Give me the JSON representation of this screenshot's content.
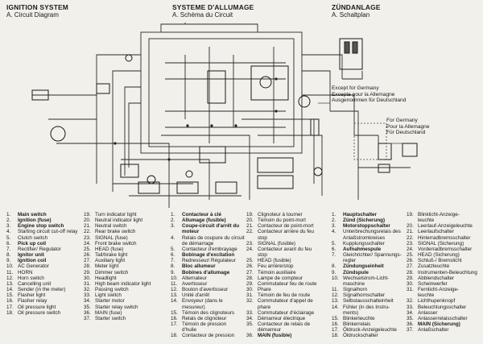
{
  "header": {
    "en": {
      "title": "IGNITION SYSTEM",
      "subtitle": "A. Circuit Diagram"
    },
    "fr": {
      "title": "SYSTEME D'ALLUMAGE",
      "subtitle": "A. Schèma du Circuit"
    },
    "de": {
      "title": "ZÜNDANLAGE",
      "subtitle": "A. Schaltplan"
    }
  },
  "notes": {
    "except_germany": [
      "Except for Germany",
      "Excepte pour la Allemagne",
      "Ausgenommen für Deutschland"
    ],
    "for_germany": [
      "For Germany",
      "Pour la Allemagne",
      "Für Deutschland"
    ]
  },
  "legend": {
    "en_a": [
      {
        "n": "1.",
        "t": "Main switch",
        "b": true
      },
      {
        "n": "2.",
        "t": "Ignition (fuse)",
        "b": true
      },
      {
        "n": "3.",
        "t": "Engine stop switch",
        "b": true
      },
      {
        "n": "4.",
        "t": "Starting circuit cut-off relay",
        "b": false
      },
      {
        "n": "5.",
        "t": "Clutch switch",
        "b": false
      },
      {
        "n": "6.",
        "t": "Pick up coil",
        "b": true
      },
      {
        "n": "7.",
        "t": "Rectifier/ Regulator",
        "b": false
      },
      {
        "n": "8.",
        "t": "Ignitor unit",
        "b": true
      },
      {
        "n": "9.",
        "t": "Ignition coil",
        "b": true
      },
      {
        "n": "10.",
        "t": "AC Generator",
        "b": false
      },
      {
        "n": "11.",
        "t": "HORN",
        "b": false
      },
      {
        "n": "12.",
        "t": "Horn switch",
        "b": false
      },
      {
        "n": "13.",
        "t": "Cancelling unit",
        "b": false
      },
      {
        "n": "14.",
        "t": "Sender (in the meter)",
        "b": false
      },
      {
        "n": "15.",
        "t": "Flasher light",
        "b": false
      },
      {
        "n": "16.",
        "t": "Flasher relay",
        "b": false
      },
      {
        "n": "17.",
        "t": "Oil pressure light",
        "b": false
      },
      {
        "n": "18.",
        "t": "Oil pressure switch",
        "b": false
      }
    ],
    "en_b": [
      {
        "n": "19.",
        "t": "Turn indicator light",
        "b": false
      },
      {
        "n": "20.",
        "t": "Neutral indicator light",
        "b": false
      },
      {
        "n": "21.",
        "t": "Neutral switch",
        "b": false
      },
      {
        "n": "22.",
        "t": "Rear brake switch",
        "b": false
      },
      {
        "n": "23.",
        "t": "SIGNAL (fuse)",
        "b": false
      },
      {
        "n": "24.",
        "t": "Front brake switch",
        "b": false
      },
      {
        "n": "25.",
        "t": "HEAD (fuse)",
        "b": false
      },
      {
        "n": "26.",
        "t": "Tail/brake light",
        "b": false
      },
      {
        "n": "27.",
        "t": "Auxiliary light",
        "b": false
      },
      {
        "n": "28.",
        "t": "Meter light",
        "b": false
      },
      {
        "n": "29.",
        "t": "Dimmer switch",
        "b": false
      },
      {
        "n": "30.",
        "t": "Headlight",
        "b": false
      },
      {
        "n": "31.",
        "t": "High beam indicator light",
        "b": false
      },
      {
        "n": "32.",
        "t": "Passing switch",
        "b": false
      },
      {
        "n": "33.",
        "t": "Light switch",
        "b": false
      },
      {
        "n": "34.",
        "t": "Starter motor",
        "b": false
      },
      {
        "n": "35.",
        "t": "Starter relay switch",
        "b": false
      },
      {
        "n": "36.",
        "t": "MAIN (fuse)",
        "b": false
      },
      {
        "n": "37.",
        "t": "Starter switch",
        "b": false
      }
    ],
    "fr_a": [
      {
        "n": "1.",
        "t": "Contacteur à clé",
        "b": true
      },
      {
        "n": "2.",
        "t": "Allumage (fusible)",
        "b": true
      },
      {
        "n": "3.",
        "t": "Coupe-circuit d'arrêt du",
        "b": true
      },
      {
        "n": "",
        "t": "moteur",
        "b": true
      },
      {
        "n": "4.",
        "t": "Relais de coupure du circuit",
        "b": false
      },
      {
        "n": "",
        "t": "de démarrage",
        "b": false
      },
      {
        "n": "5.",
        "t": "Contacteur d'embrayage",
        "b": false
      },
      {
        "n": "6.",
        "t": "Bobinage d'excitation",
        "b": true
      },
      {
        "n": "7.",
        "t": "Redresseur/ Régulateur",
        "b": false
      },
      {
        "n": "8.",
        "t": "Bloc allumeur",
        "b": true
      },
      {
        "n": "9.",
        "t": "Bobines d'allumage",
        "b": true
      },
      {
        "n": "10.",
        "t": "Alternateur",
        "b": false
      },
      {
        "n": "11.",
        "t": "Avertisseur",
        "b": false
      },
      {
        "n": "12.",
        "t": "Bouton d'avertisseur",
        "b": false
      },
      {
        "n": "13.",
        "t": "Unité d'arrêt",
        "b": false
      },
      {
        "n": "14.",
        "t": "Envoyeur (dans le",
        "b": false
      },
      {
        "n": "",
        "t": "mesureur)",
        "b": false
      },
      {
        "n": "15.",
        "t": "Témoin des clignoteurs",
        "b": false
      },
      {
        "n": "16.",
        "t": "Relais de clignoteur",
        "b": false
      },
      {
        "n": "17.",
        "t": "Témoin de pression",
        "b": false
      },
      {
        "n": "",
        "t": "d'huile",
        "b": false
      },
      {
        "n": "18.",
        "t": "Contacteur de pression",
        "b": false
      }
    ],
    "fr_b": [
      {
        "n": "19.",
        "t": "Clignoteur à tourner",
        "b": false
      },
      {
        "n": "20.",
        "t": "Témoin du point-mort",
        "b": false
      },
      {
        "n": "21.",
        "t": "Contacteur de point-mort",
        "b": false
      },
      {
        "n": "22.",
        "t": "Contacteur arrière du feu",
        "b": false
      },
      {
        "n": "",
        "t": "stop",
        "b": false
      },
      {
        "n": "23.",
        "t": "SIGNAL (fusible)",
        "b": false
      },
      {
        "n": "24.",
        "t": "Contacteur avant du feu",
        "b": false
      },
      {
        "n": "",
        "t": "stop",
        "b": false
      },
      {
        "n": "25.",
        "t": "HEAD (fusible)",
        "b": false
      },
      {
        "n": "26.",
        "t": "Feu arrière/stop",
        "b": false
      },
      {
        "n": "27.",
        "t": "Témoin auxiliaire",
        "b": false
      },
      {
        "n": "28.",
        "t": "Lampe de compteur",
        "b": false
      },
      {
        "n": "29.",
        "t": "Commutateur feu de route",
        "b": false
      },
      {
        "n": "30.",
        "t": "Phare",
        "b": false
      },
      {
        "n": "31.",
        "t": "Témoin de feu de route",
        "b": false
      },
      {
        "n": "32.",
        "t": "Commutateur d'appel de",
        "b": false
      },
      {
        "n": "",
        "t": "phare",
        "b": false
      },
      {
        "n": "33.",
        "t": "Commutateur d'éclairage",
        "b": false
      },
      {
        "n": "34.",
        "t": "Démarreur électrique",
        "b": false
      },
      {
        "n": "35.",
        "t": "Contacteur de relais de",
        "b": false
      },
      {
        "n": "",
        "t": "démarreur",
        "b": false
      },
      {
        "n": "36.",
        "t": "MAIN (fusible)",
        "b": true
      }
    ],
    "de_a": [
      {
        "n": "1.",
        "t": "Hauptschalter",
        "b": true
      },
      {
        "n": "2.",
        "t": "Zünd (Sicherung)",
        "b": true
      },
      {
        "n": "3.",
        "t": "Motorstoppschalter",
        "b": true
      },
      {
        "n": "4.",
        "t": "Unterbrechungsrelais des",
        "b": false
      },
      {
        "n": "",
        "t": "Anlaßstromkreises",
        "b": false
      },
      {
        "n": "5.",
        "t": "Kupplungsschalter",
        "b": false
      },
      {
        "n": "6.",
        "t": "Aufnahmespule",
        "b": true
      },
      {
        "n": "7.",
        "t": "Gleichrichter/ Spannungs-",
        "b": false
      },
      {
        "n": "",
        "t": "regler",
        "b": false
      },
      {
        "n": "8.",
        "t": "Zündungseinheit",
        "b": true
      },
      {
        "n": "9.",
        "t": "Zündspule",
        "b": true
      },
      {
        "n": "10.",
        "t": "Wechselstrom-Licht-",
        "b": false
      },
      {
        "n": "",
        "t": "maschine",
        "b": false
      },
      {
        "n": "11.",
        "t": "Signalhorn",
        "b": false
      },
      {
        "n": "12.",
        "t": "Signalhornschalter",
        "b": false
      },
      {
        "n": "13.",
        "t": "Selbstausschalteinheit",
        "b": false
      },
      {
        "n": "14.",
        "t": "Fühler (in des Instru-",
        "b": false
      },
      {
        "n": "",
        "t": "ments)",
        "b": false
      },
      {
        "n": "15.",
        "t": "Blinkerleuchte",
        "b": false
      },
      {
        "n": "16.",
        "t": "Blinkerrelais",
        "b": false
      },
      {
        "n": "17.",
        "t": "Öldruck-Anzeigeleuchte",
        "b": false
      },
      {
        "n": "18.",
        "t": "Öldruckschalter",
        "b": false
      }
    ],
    "de_b": [
      {
        "n": "19.",
        "t": "Blinklicht-Anzeige-",
        "b": false
      },
      {
        "n": "",
        "t": "leuchte",
        "b": false
      },
      {
        "n": "20.",
        "t": "Leerlauf-Anzeigeleuchte",
        "b": false
      },
      {
        "n": "21.",
        "t": "Leerlaufschalter",
        "b": false
      },
      {
        "n": "22.",
        "t": "Hinterradbremsschalter",
        "b": false
      },
      {
        "n": "23.",
        "t": "SIGNAL (Sicherung)",
        "b": false
      },
      {
        "n": "24.",
        "t": "Vorderradbremsschalter",
        "b": false
      },
      {
        "n": "25.",
        "t": "HEAD (Sicherung)",
        "b": false
      },
      {
        "n": "26.",
        "t": "Schluß-/ Bremslicht",
        "b": false
      },
      {
        "n": "27.",
        "t": "Zusatzleuchte",
        "b": false
      },
      {
        "n": "28.",
        "t": "Instrumenten-Beleuchtung",
        "b": false
      },
      {
        "n": "29.",
        "t": "Abblendschalter",
        "b": false
      },
      {
        "n": "30.",
        "t": "Scheinwerfer",
        "b": false
      },
      {
        "n": "31.",
        "t": "Fernlicht-Anzeige-",
        "b": false
      },
      {
        "n": "",
        "t": "leuchte",
        "b": false
      },
      {
        "n": "32.",
        "t": "Lichthupenknopf",
        "b": false
      },
      {
        "n": "33.",
        "t": "Beleuchtungsschalter",
        "b": false
      },
      {
        "n": "34.",
        "t": "Anlasser",
        "b": false
      },
      {
        "n": "35.",
        "t": "Anlasserrelaisschalter",
        "b": false
      },
      {
        "n": "36.",
        "t": "MAIN (Sicherung)",
        "b": true
      },
      {
        "n": "37.",
        "t": "Anlaßschalter",
        "b": false
      }
    ]
  }
}
